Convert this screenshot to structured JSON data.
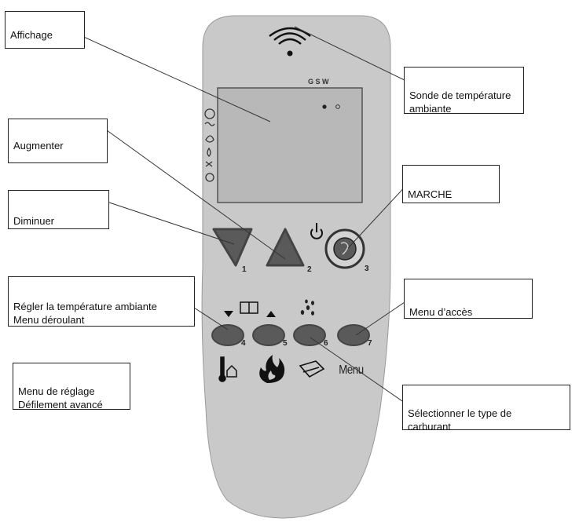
{
  "labels": {
    "affichage": "Affichage",
    "sonde": "Sonde de température\nambiante",
    "augmenter": "Augmenter",
    "marche": "MARCHE",
    "diminuer": "Diminuer",
    "regler": "Régler la température ambiante\nMenu déroulant",
    "menu_acces": "Menu d’accès",
    "menu_reglage": "Menu de réglage\nDéfilement avancé",
    "selectionner": "Sélectionner le type de\ncarburant"
  },
  "remote": {
    "display_indicators": "G  S  W",
    "button_numbers": [
      "1",
      "2",
      "3",
      "4",
      "5",
      "6",
      "7"
    ],
    "menu_text": "Menu"
  },
  "colors": {
    "remote_body": "#c9c9c9",
    "button_dark": "#5a5a5a",
    "display_panel": "#b8b8b8",
    "line": "#333333"
  },
  "icons": {
    "sensor": "wifi-sensor-icon",
    "power": "power-icon",
    "book": "book-icon",
    "drops": "fuel-drops-icon",
    "thermometer_house": "thermometer-house-icon",
    "flame": "flame-icon",
    "fuel_can": "fuel-can-icon"
  }
}
